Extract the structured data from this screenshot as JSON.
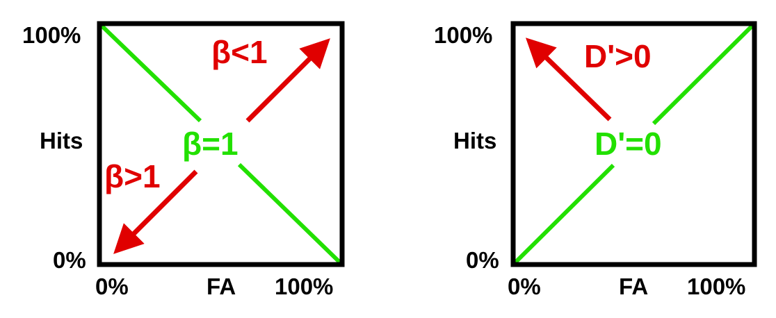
{
  "colors": {
    "green": "#22e000",
    "red": "#e00000",
    "black": "#000000"
  },
  "left_panel": {
    "y_top": "100%",
    "y_mid": "Hits",
    "y_bottom": "0%",
    "x_left": "0%",
    "x_mid": "FA",
    "x_right": "100%",
    "center_label": "β=1",
    "arrow_up_label": "β<1",
    "arrow_down_label": "β>1"
  },
  "right_panel": {
    "y_top": "100%",
    "y_mid": "Hits",
    "y_bottom": "0%",
    "x_left": "0%",
    "x_mid": "FA",
    "x_right": "100%",
    "center_label": "D'=0",
    "arrow_label": "D'>0"
  }
}
